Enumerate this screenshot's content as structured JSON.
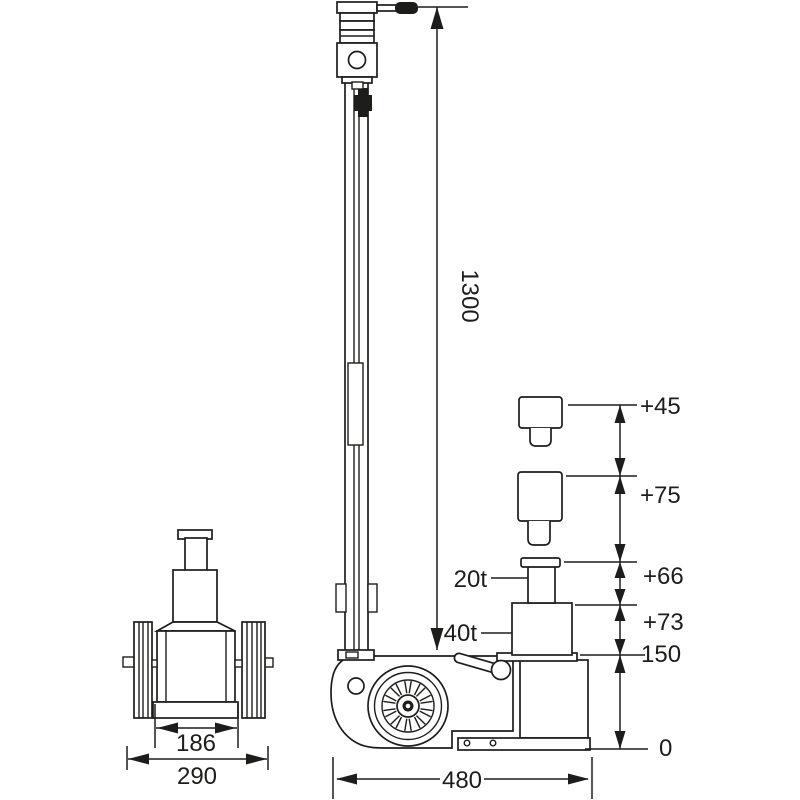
{
  "drawing": {
    "subject": "two-stage air hydraulic telescopic jack, front view, side view and saddle extension adapters",
    "colors": {
      "line": "#1d1d1b",
      "background": "#ffffff",
      "grip": "#1d1d1b"
    },
    "labels": {
      "stage1_capacity": "20t",
      "stage2_capacity": "40t"
    },
    "dims": {
      "handle_height": "1300",
      "overall_length": "480",
      "saddle_base_width": "186",
      "overall_width": "290",
      "ext_block_small": "+45",
      "ext_block_large": "+75",
      "stroke_stage1": "+66",
      "stroke_stage2": "+73",
      "collapsed_height": "150",
      "ground_level": "0"
    }
  }
}
